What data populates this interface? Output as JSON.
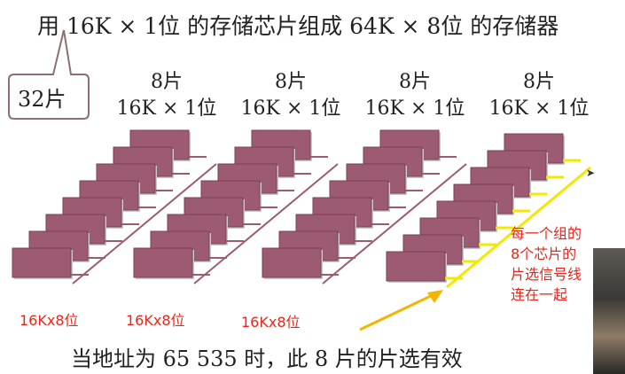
{
  "title": "用 16K × 1位 的存储芯片组成 64K × 8位 的存储器",
  "callout": "32片",
  "groups": [
    {
      "count": "8片",
      "spec": "16K × 1位"
    },
    {
      "count": "8片",
      "spec": "16K × 1位"
    },
    {
      "count": "8片",
      "spec": "16K × 1位"
    },
    {
      "count": "8片",
      "spec": "16K × 1位"
    }
  ],
  "group_bottom_labels": [
    "16Kx8位",
    "16Kx8位",
    "16Kx8位"
  ],
  "note_lines": [
    "每一个组的",
    "8个芯片的",
    "片选信号线",
    "连在一起"
  ],
  "bottom_text": "当地址为 65 535 时，此 8 片的片选有效",
  "colors": {
    "chip": "#9c5b72",
    "bus": "#9c5b72",
    "highlight": "#f2e800",
    "arrow": "#f6b400",
    "note": "#e8261c"
  }
}
